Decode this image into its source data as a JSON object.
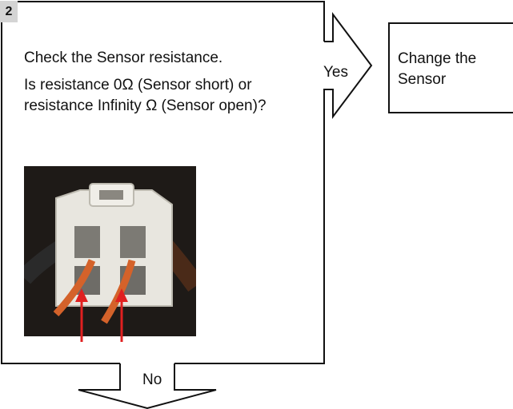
{
  "step": {
    "number": "2",
    "title": "Check the Sensor resistance.",
    "question": "Is resistance 0Ω (Sensor short) or resistance Infinity Ω (Sensor open)?"
  },
  "branches": {
    "yes_label": "Yes",
    "no_label": "No"
  },
  "action": {
    "label": "Change the Sensor"
  },
  "photo": {
    "subject": "sensor-connector-photo",
    "arrow_color": "#e02020"
  },
  "colors": {
    "line": "#111111",
    "step_badge": "#d4d4d4",
    "photo_bg": "#1e1a17"
  }
}
